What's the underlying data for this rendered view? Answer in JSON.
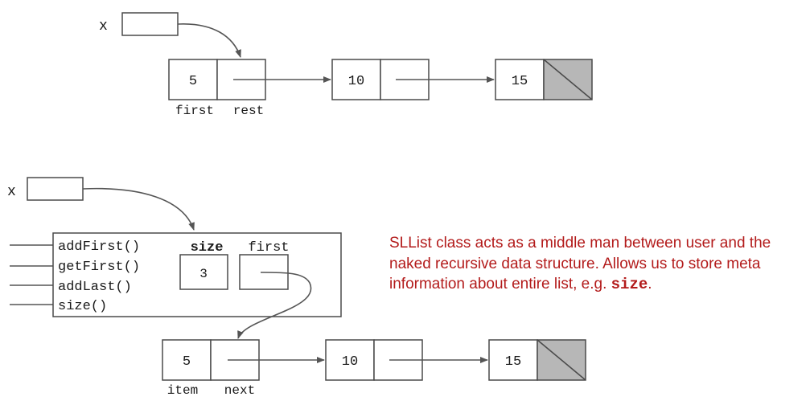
{
  "top": {
    "var_label": "x",
    "nodes": [
      "5",
      "10",
      "15"
    ],
    "field_labels": [
      "first",
      "rest"
    ]
  },
  "bottom": {
    "var_label": "x",
    "methods": [
      "addFirst()",
      "getFirst()",
      "addLast()",
      "size()"
    ],
    "size_label": "size",
    "first_label": "first",
    "size_value": "3",
    "nodes": [
      "5",
      "10",
      "15"
    ],
    "field_labels": [
      "item",
      "next"
    ]
  },
  "note": {
    "text_before": "SLList class acts as a middle man between user and the naked recursive data structure. Allows us to store meta information about entire list, e.g. ",
    "code": "size",
    "text_after": "."
  },
  "colors": {
    "note": "#b31b1b",
    "null_fill": "#b7b7b7",
    "outline": "#4a4a4a"
  }
}
